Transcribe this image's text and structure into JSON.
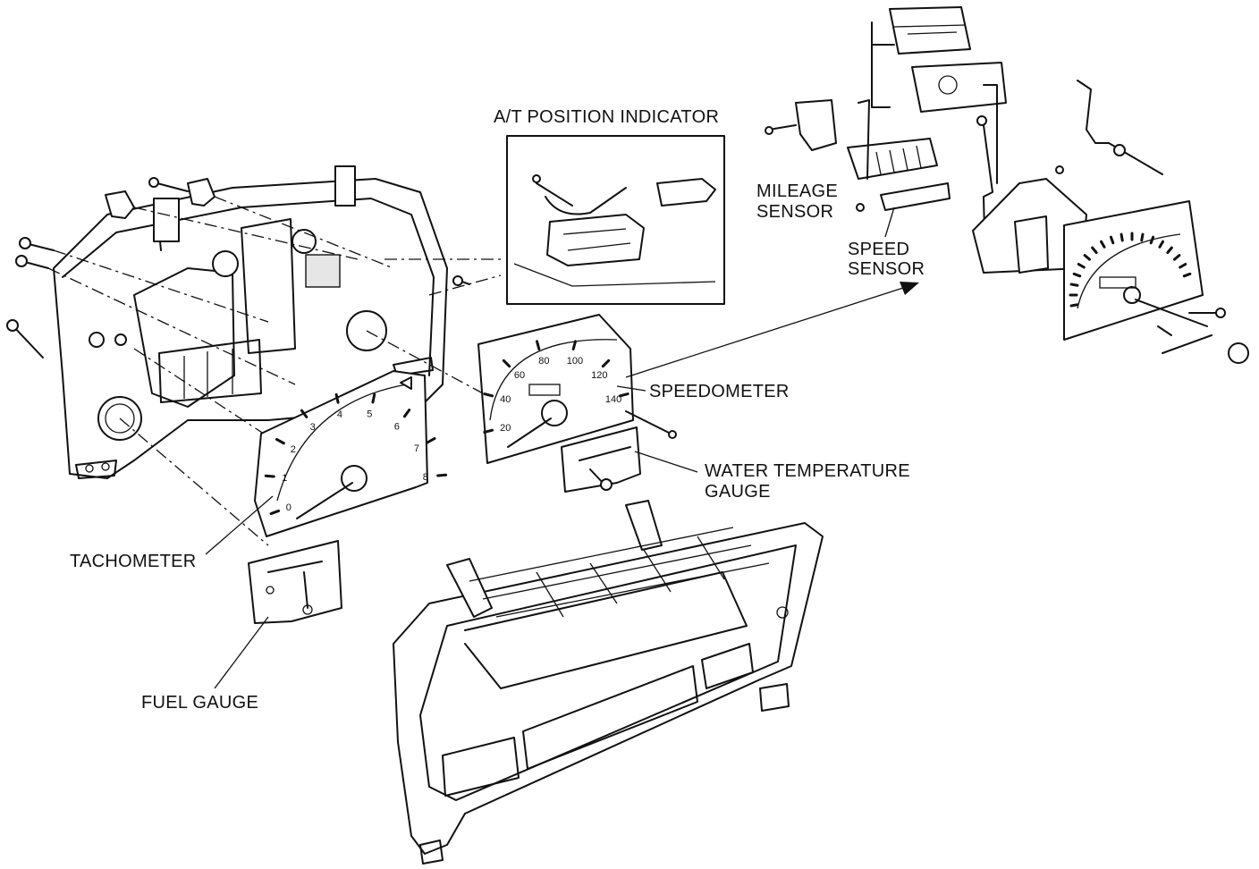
{
  "labels": {
    "at_position_indicator": "A/T POSITION INDICATOR",
    "mileage_sensor_1": "MILEAGE",
    "mileage_sensor_2": "SENSOR",
    "speed_sensor_1": "SPEED",
    "speed_sensor_2": "SENSOR",
    "speedometer": "SPEEDOMETER",
    "water_temp_1": "WATER TEMPERATURE",
    "water_temp_2": "GAUGE",
    "tachometer": "TACHOMETER",
    "fuel_gauge": "FUEL GAUGE"
  },
  "tachometer_dial": [
    "0",
    "1",
    "2",
    "3",
    "4",
    "5",
    "6",
    "7",
    "8"
  ],
  "speedometer_dial": [
    "20",
    "40",
    "60",
    "80",
    "100",
    "120",
    "140"
  ],
  "colors": {
    "ink": "#111111",
    "paper": "#ffffff"
  }
}
